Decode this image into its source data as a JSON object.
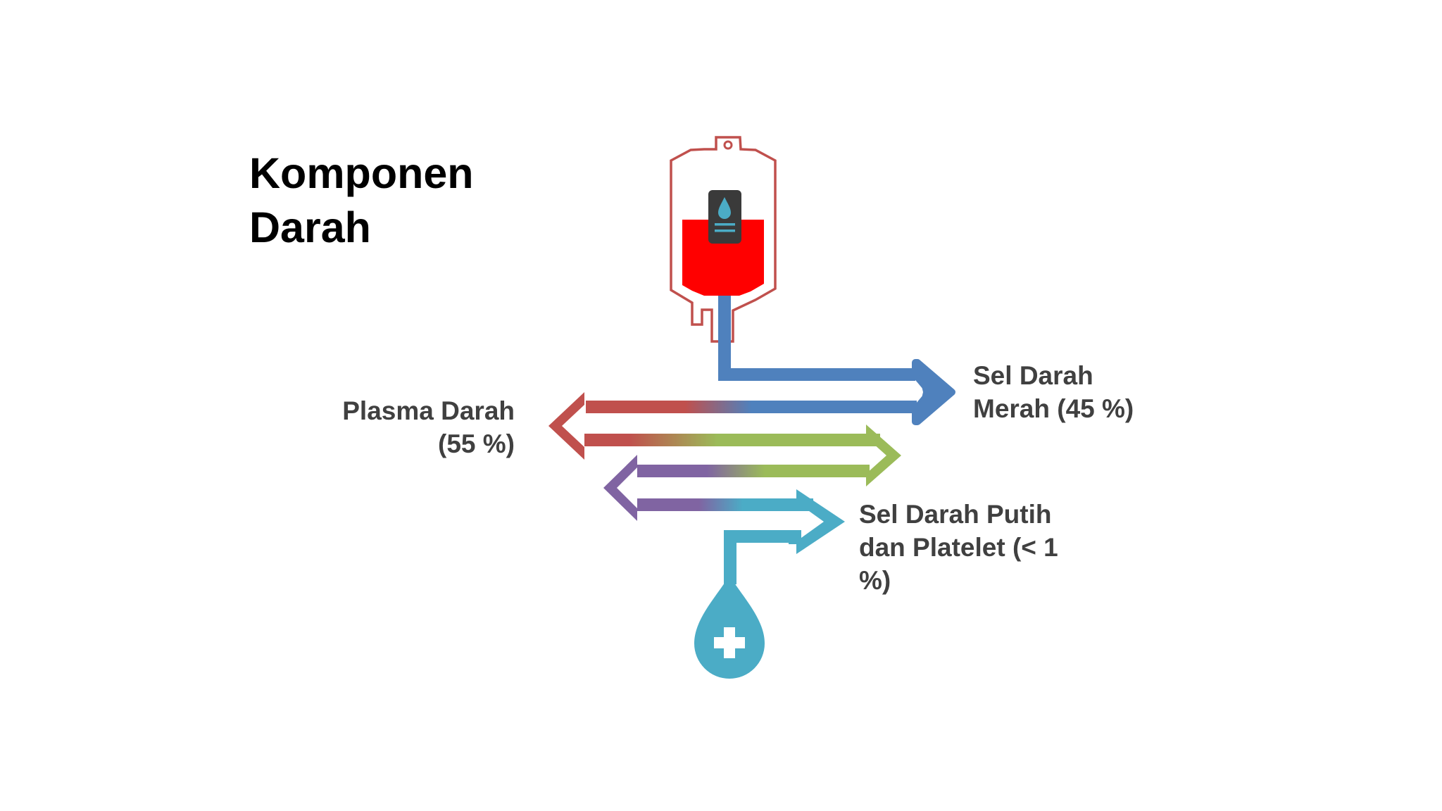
{
  "title": {
    "line1": "Komponen",
    "line2": "Darah"
  },
  "labels": {
    "plasma": {
      "line1": "Plasma Darah",
      "line2": "(55 %)"
    },
    "merah": {
      "line1": "Sel Darah",
      "line2": "Merah (45 %)"
    },
    "putih": {
      "line1": "Sel Darah Putih",
      "line2": "dan Platelet (< 1",
      "line3": "%)"
    }
  },
  "colors": {
    "blood": "#ff0000",
    "bag_outline": "#c0504d",
    "blue": "#4f81bd",
    "red": "#c0504d",
    "green": "#9bbb59",
    "purple": "#8064a2",
    "teal": "#4bacc6",
    "tag": "#3a3a3a",
    "text": "#404040"
  },
  "icons": [
    "blood-bag-icon",
    "drop-icon",
    "medical-cross-icon"
  ]
}
